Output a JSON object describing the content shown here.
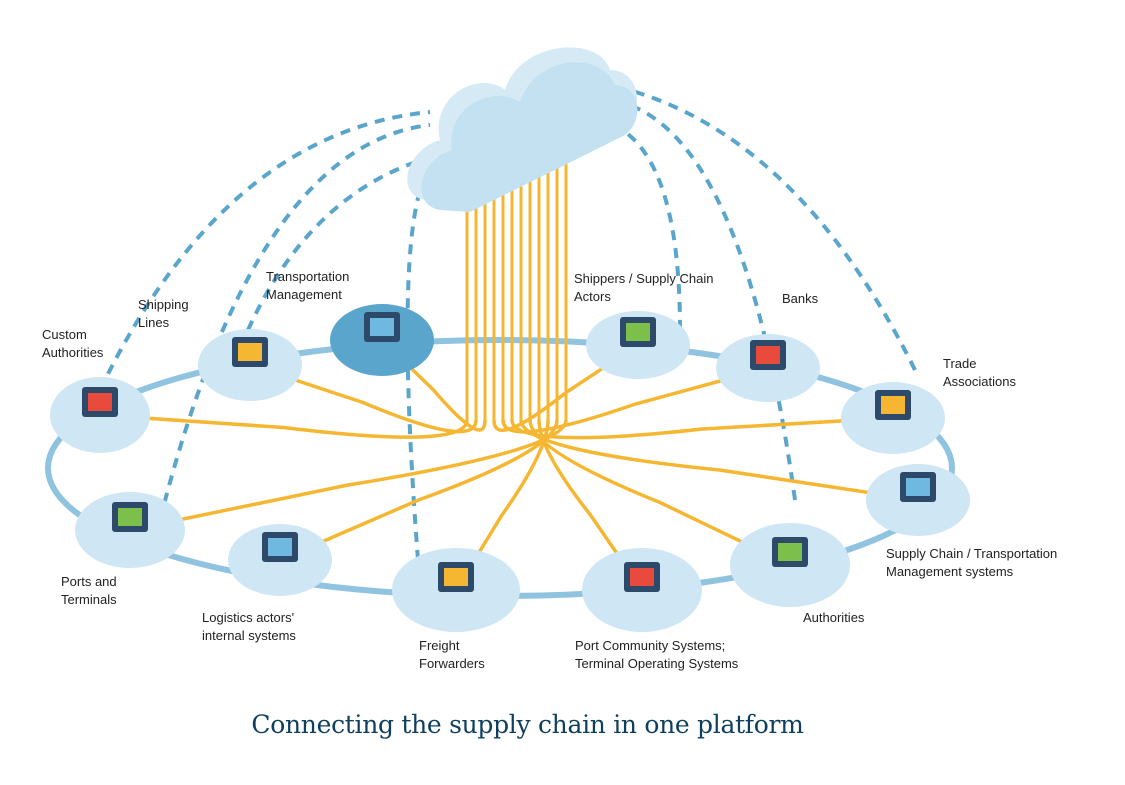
{
  "diagram": {
    "title": "Connecting the supply chain in one platform",
    "center": {
      "label": "Cloud platform",
      "icon": "cloud-icon"
    },
    "colors": {
      "ring": "#8fc3e0",
      "node_fill": "#cfe6f4",
      "dashed_link": "#5aa5cc",
      "platform_link": "#f5b731",
      "cloud_front": "#c3e1f1",
      "cloud_side": "#d6eaf6",
      "caption": "#0f3f5e"
    },
    "nodes": [
      {
        "id": "custom-authorities",
        "label": "Custom\nAuthorities",
        "icon": "office-desk-icon"
      },
      {
        "id": "shipping-lines",
        "label": "Shipping\nLines",
        "icon": "container-ship-icon"
      },
      {
        "id": "transportation-management",
        "label": "Transportation\nManagement",
        "icon": "server-rack-icon"
      },
      {
        "id": "shippers",
        "label": "Shippers / Supply Chain\nActors",
        "icon": "workstation-icon"
      },
      {
        "id": "banks",
        "label": "Banks",
        "icon": "laptop-finance-icon"
      },
      {
        "id": "trade-associations",
        "label": "Trade\nAssociations",
        "icon": "meeting-table-icon"
      },
      {
        "id": "scm-systems",
        "label": "Supply Chain / Transportation\nManagement systems",
        "icon": "globe-servers-icon"
      },
      {
        "id": "authorities",
        "label": "Authorities",
        "icon": "monitor-books-icon"
      },
      {
        "id": "port-community",
        "label": "Port Community Systems;\nTerminal Operating Systems",
        "icon": "gantry-crane-icon"
      },
      {
        "id": "freight-forwarders",
        "label": "Freight\nForwarders",
        "icon": "truck-warehouse-icon"
      },
      {
        "id": "logistics-actors",
        "label": "Logistics actors'\ninternal systems",
        "icon": "desk-worker-icon"
      },
      {
        "id": "ports-terminals",
        "label": "Ports and\nTerminals",
        "icon": "port-crane-icon"
      }
    ]
  }
}
